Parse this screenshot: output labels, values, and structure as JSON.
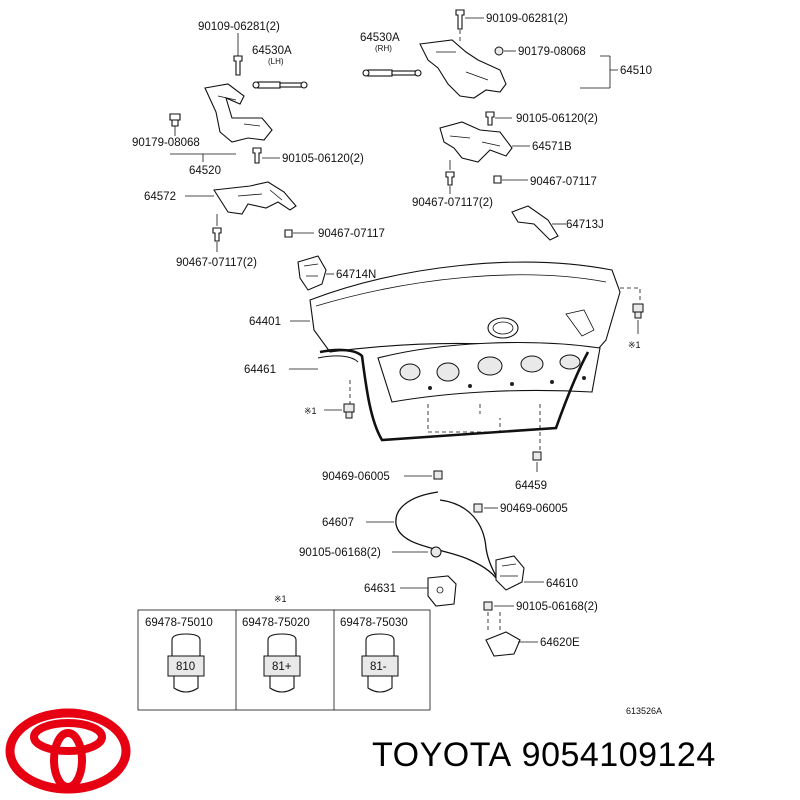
{
  "labels": {
    "p_90109_a": "90109-06281(2)",
    "p_64530a_lh": "64530A",
    "lh": "(LH)",
    "p_90179_a": "90179-08068",
    "p_64520": "64520",
    "p_90105_a": "90105-06120(2)",
    "p_64572": "64572",
    "p_90467_a": "90467-07117",
    "p_90467_b": "90467-07117(2)",
    "p_64530a_rh": "64530A",
    "rh": "(RH)",
    "p_90109_b": "90109-06281(2)",
    "p_90179_b": "90179-08068",
    "p_64510": "64510",
    "p_90105_b": "90105-06120(2)",
    "p_64571b": "64571B",
    "p_90467_c": "90467-07117(2)",
    "p_90467_d": "90467-07117",
    "p_64713j": "64713J",
    "p_64714n": "64714N",
    "p_64401": "64401",
    "p_64461": "64461",
    "note1_left": "※1",
    "note1_right": "※1",
    "p_90469_a": "90469-06005",
    "p_64459": "64459",
    "p_64607": "64607",
    "p_90469_b": "90469-06005",
    "p_90105_c": "90105-06168(2)",
    "p_64631": "64631",
    "p_64610": "64610",
    "p_90105_d": "90105-06168(2)",
    "p_64620e": "64620E",
    "note1_box": "※1",
    "box_1": "69478-75010",
    "box_2": "69478-75020",
    "box_3": "69478-75030",
    "plug_1": "810",
    "plug_2": "81+",
    "plug_3": "81-",
    "ref": "613526A"
  },
  "brand": {
    "name": "TOYOTA",
    "part_number": "9054109124",
    "logo_color": "#e60012"
  }
}
